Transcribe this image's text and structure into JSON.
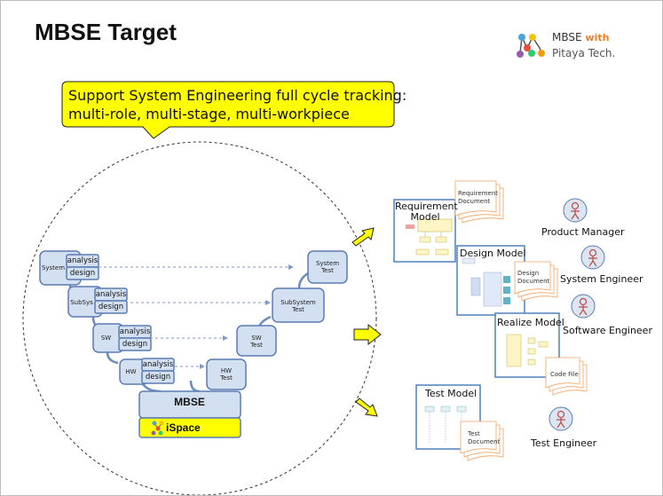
{
  "slide": {
    "title": "MBSE Target"
  },
  "logo": {
    "brand": "MBSE",
    "with": "with",
    "company": "Pitaya Tech."
  },
  "callout": {
    "line1": "Support System Engineering full cycle tracking:",
    "line2": "multi-role, multi-stage, multi-workpiece"
  },
  "vmodel": {
    "left_levels": [
      {
        "label": "System",
        "analysis": "analysis",
        "design": "design"
      },
      {
        "label": "SubSys",
        "analysis": "analysis",
        "design": "design"
      },
      {
        "label": "SW",
        "analysis": "analysis",
        "design": "design"
      },
      {
        "label": "HW",
        "analysis": "analysis",
        "design": "design"
      }
    ],
    "right_levels": [
      {
        "line1": "System",
        "line2": "Test"
      },
      {
        "line1": "SubSystem",
        "line2": "Test"
      },
      {
        "line1": "SW",
        "line2": "Test"
      },
      {
        "line1": "HW",
        "line2": "Test"
      }
    ],
    "base_label": "MBSE",
    "platform_label": "iSpace"
  },
  "models": [
    {
      "title_line1": "Requirement",
      "title_line2": "Model",
      "doc_line1": "Requirement",
      "doc_line2": "Document"
    },
    {
      "title_line1": "Design Model",
      "title_line2": "",
      "doc_line1": "Design",
      "doc_line2": "Document"
    },
    {
      "title_line1": "Realize Model",
      "title_line2": "",
      "doc_line1": "Code File",
      "doc_line2": ""
    },
    {
      "title_line1": "Test Model",
      "title_line2": "",
      "doc_line1": "Test",
      "doc_line2": "Document"
    }
  ],
  "roles": [
    {
      "label": "Product Manager"
    },
    {
      "label": "System Engineer"
    },
    {
      "label": "Software Engineer"
    },
    {
      "label": "Test Engineer"
    }
  ],
  "colors": {
    "box_fill": "#d3e0f1",
    "box_stroke": "#5b7cb3",
    "ispace_fill": "#ffff00",
    "callout_fill": "#ffff00",
    "arrow_fill": "#ffff00",
    "model_border": "#4f81bd",
    "doc_border": "#f4a460",
    "role_color": "#c0504d"
  }
}
